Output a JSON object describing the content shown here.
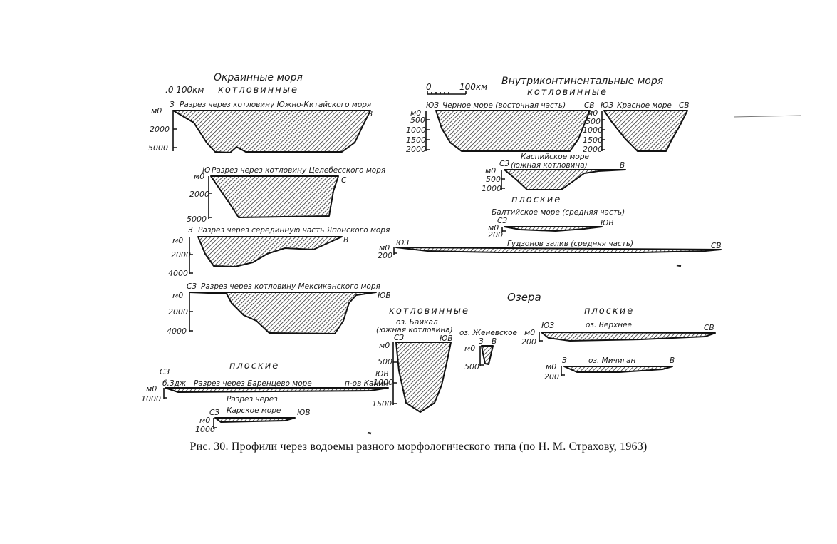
{
  "headings": {
    "marginal": "Окраинные моря",
    "scale_left": ".0  100км",
    "marginal_basin": "котловинные",
    "inland": "Внутриконтинентальные моря",
    "scale_right_0": "0",
    "scale_right_100": "100км",
    "inland_basin": "котловинные",
    "inland_flat": "плоские",
    "lakes": "Озера",
    "lakes_basin": "котловинные",
    "lakes_flat": "плоские",
    "marginal_flat": "плоские"
  },
  "profiles": {
    "south_china": {
      "title": "Разрез через котловину Южно-Китайского моря",
      "left": "З",
      "right": "В",
      "ticks": [
        "м0",
        "2000",
        "5000"
      ]
    },
    "celebes": {
      "title": "Разрез через котловину Целебесского моря",
      "left": "Ю",
      "right": "С",
      "ticks": [
        "м0",
        "2000",
        "5000"
      ]
    },
    "japan": {
      "title": "Разрез через серединную часть Японского моря",
      "left": "З",
      "right": "В",
      "ticks": [
        "м0",
        "2000",
        "4000"
      ]
    },
    "mexico": {
      "title": "Разрез через котловину Мексиканского моря",
      "left": "СЗ",
      "right": "ЮВ",
      "ticks": [
        "м0",
        "2000",
        "4000"
      ]
    },
    "barents": {
      "title": "Разрез через Баренцево море",
      "left_dir": "СЗ",
      "left": "б.Здж",
      "right": "п-ов Канин",
      "right_dir": "ЮВ",
      "ticks": [
        "м0",
        "1000"
      ]
    },
    "kara": {
      "title": "Разрез через",
      "title2": "Карское море",
      "left": "СЗ",
      "right": "ЮВ",
      "ticks": [
        "м0",
        "1000"
      ]
    },
    "black": {
      "title": "Черное море (восточная часть)",
      "left": "ЮЗ",
      "right": "СВ",
      "ticks": [
        "м0",
        "500",
        "1000",
        "1500",
        "2000"
      ]
    },
    "red": {
      "title": "Красное море",
      "left": "ЮЗ",
      "right": "СВ",
      "ticks": [
        "м0",
        "500",
        "1000",
        "1500",
        "2000"
      ]
    },
    "caspian": {
      "title": "Каспийское море",
      "title2": "(южная котловина)",
      "left": "СЗ",
      "right": "В",
      "ticks": [
        "м0",
        "500",
        "1000"
      ]
    },
    "baltic": {
      "title": "Балтийское море (средняя часть)",
      "left": "СЗ",
      "right": "ЮВ",
      "ticks": [
        "м0",
        "200"
      ]
    },
    "hudson": {
      "title": "Гудзонов залив (средняя часть)",
      "left": "ЮЗ",
      "right": "СВ",
      "ticks": [
        "м0",
        "200"
      ]
    },
    "baikal": {
      "title": "оз. Байкал",
      "title2": "(южная котловина)",
      "left": "СЗ",
      "right": "ЮВ",
      "ticks": [
        "м0",
        "500",
        "1000",
        "1500"
      ]
    },
    "geneva": {
      "title": "оз. Женевское",
      "left": "З",
      "right": "В",
      "ticks": [
        "м0",
        "500"
      ]
    },
    "superior": {
      "title": "оз. Верхнее",
      "left": "ЮЗ",
      "right": "СВ",
      "ticks": [
        "м0",
        "200"
      ]
    },
    "michigan": {
      "title": "оз. Мичиган",
      "left": "З",
      "right": "В",
      "ticks": [
        "м0",
        "200"
      ]
    }
  },
  "caption": "Рис. 30. Профили через водоемы разного морфологического типа (по Н. М. Страхову, 1963)"
}
